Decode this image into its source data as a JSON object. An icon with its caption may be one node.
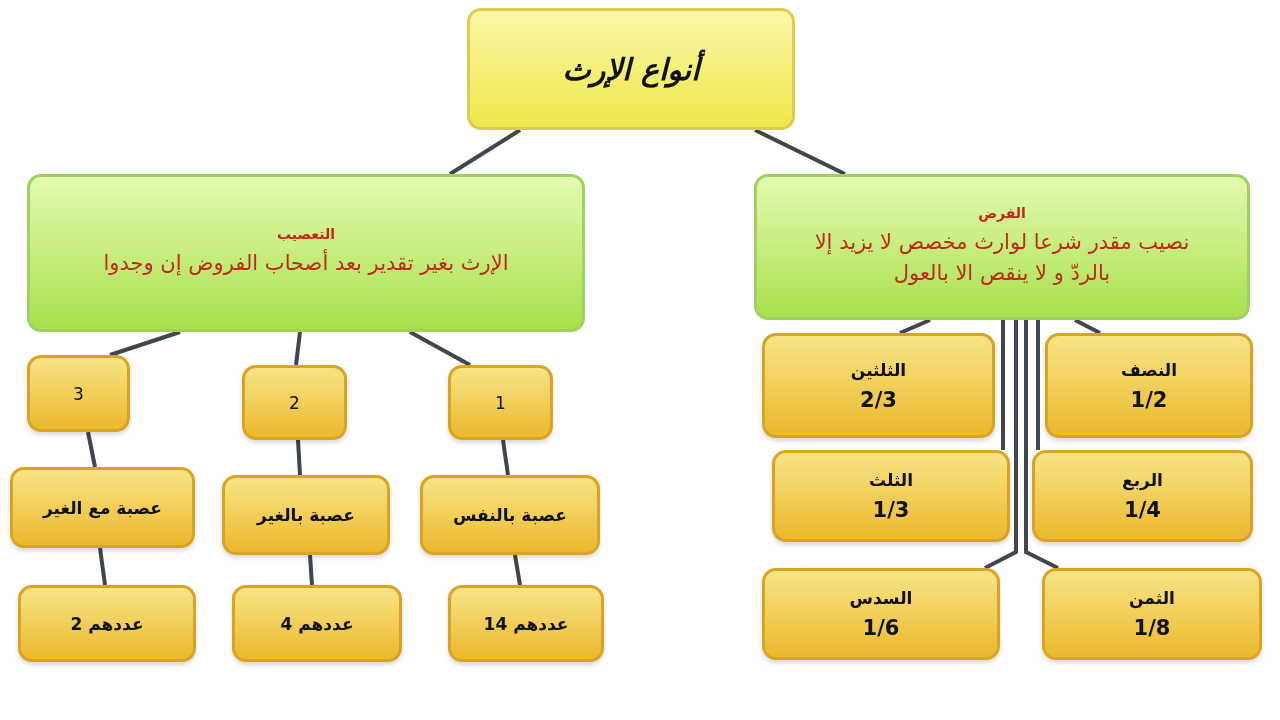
{
  "diagram": {
    "nodes": [
      {
        "text": [
          "أنواع الإرث"
        ]
      },
      {
        "text": [
          "التعصيب",
          "الإرث بغير تقدير بعد أصحاب الفروض إن وجدوا"
        ]
      },
      {
        "text": [
          "الفرض",
          "نصيب مقدر شرعا لوارث مخصص لا يزيد إلا بالردّ و لا ينقص الا بالعول"
        ]
      },
      {
        "text": [
          "3"
        ]
      },
      {
        "text": [
          "2"
        ]
      },
      {
        "text": [
          "1"
        ]
      },
      {
        "text": [
          "عصبة مع الغير"
        ]
      },
      {
        "text": [
          "عصبة بالغير"
        ]
      },
      {
        "text": [
          "عصبة بالنفس"
        ]
      },
      {
        "text": [
          "عددهم 2"
        ]
      },
      {
        "text": [
          "عددهم 4"
        ]
      },
      {
        "text": [
          "عددهم 14"
        ]
      },
      {
        "text": [
          "الثلثين",
          "2/3"
        ]
      },
      {
        "text": [
          "النصف",
          "1/2"
        ]
      },
      {
        "text": [
          "الثلث",
          "1/3"
        ]
      },
      {
        "text": [
          "الربع",
          "1/4"
        ]
      },
      {
        "text": [
          "السدس",
          "1/6"
        ]
      },
      {
        "text": [
          "الثمن",
          "1/8"
        ]
      }
    ],
    "edges": [
      {
        "from": 0,
        "to": 1,
        "arrow": "none"
      },
      {
        "from": 0,
        "to": 2,
        "arrow": "none"
      },
      {
        "from": 1,
        "to": 3,
        "arrow": "none"
      },
      {
        "from": 1,
        "to": 4,
        "arrow": "none"
      },
      {
        "from": 1,
        "to": 5,
        "arrow": "none"
      },
      {
        "from": 3,
        "to": 6,
        "arrow": "none"
      },
      {
        "from": 4,
        "to": 7,
        "arrow": "none"
      },
      {
        "from": 5,
        "to": 8,
        "arrow": "none"
      },
      {
        "from": 6,
        "to": 9,
        "arrow": "none"
      },
      {
        "from": 7,
        "to": 10,
        "arrow": "none"
      },
      {
        "from": 8,
        "to": 11,
        "arrow": "none"
      },
      {
        "from": 2,
        "to": 12,
        "arrow": "none"
      },
      {
        "from": 2,
        "to": 13,
        "arrow": "none"
      },
      {
        "from": 2,
        "to": 14,
        "arrow": "none"
      },
      {
        "from": 2,
        "to": 15,
        "arrow": "none"
      },
      {
        "from": 2,
        "to": 16,
        "arrow": "none"
      },
      {
        "from": 2,
        "to": 17,
        "arrow": "none"
      }
    ]
  }
}
